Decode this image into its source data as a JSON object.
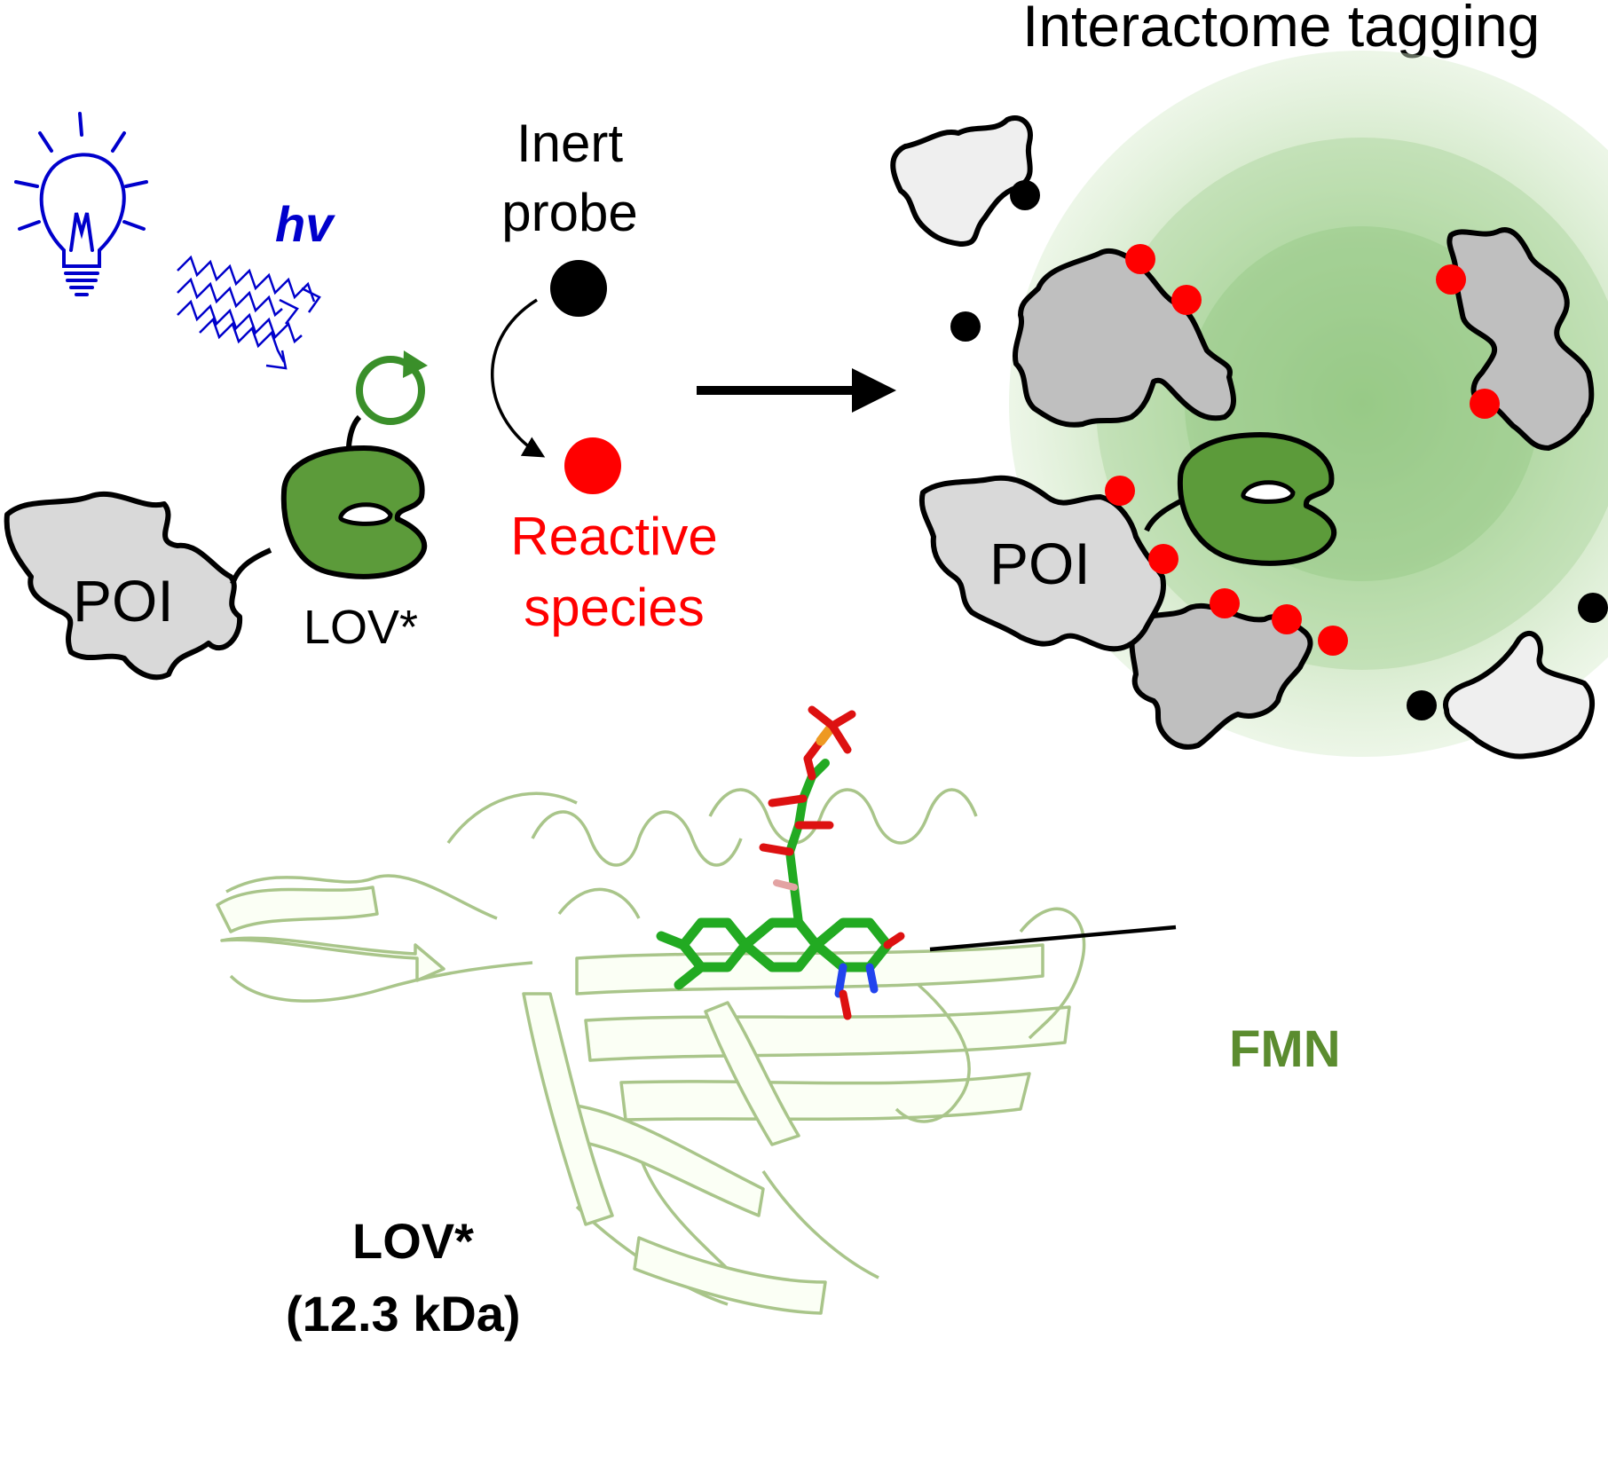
{
  "labels": {
    "title": "Interactome tagging",
    "hv": "hv",
    "inert_line1": "Inert",
    "inert_line2": "probe",
    "reactive_line1": "Reactive",
    "reactive_line2": "species",
    "poi_left": "POI",
    "poi_right": "POI",
    "lov_left": "LOV*",
    "fmn": "FMN",
    "lov_bottom": "LOV*",
    "lov_mass": "(12.3 kDa)"
  },
  "colors": {
    "light_icon": "#0000cc",
    "lov_green": "#5c9b3a",
    "reactive": "#ff0000",
    "probe": "#000000",
    "poi_fill": "#d9d9d9",
    "interactor_fill": "#bfbfbf",
    "distant_fill": "#efefef",
    "halo": "#8dc47a",
    "fmn_text": "#5b8c2f"
  },
  "icons": {
    "light": "lightbulb-icon",
    "photon": "zigzag-arrow-icon",
    "cycle": "cycle-arrow-icon"
  }
}
